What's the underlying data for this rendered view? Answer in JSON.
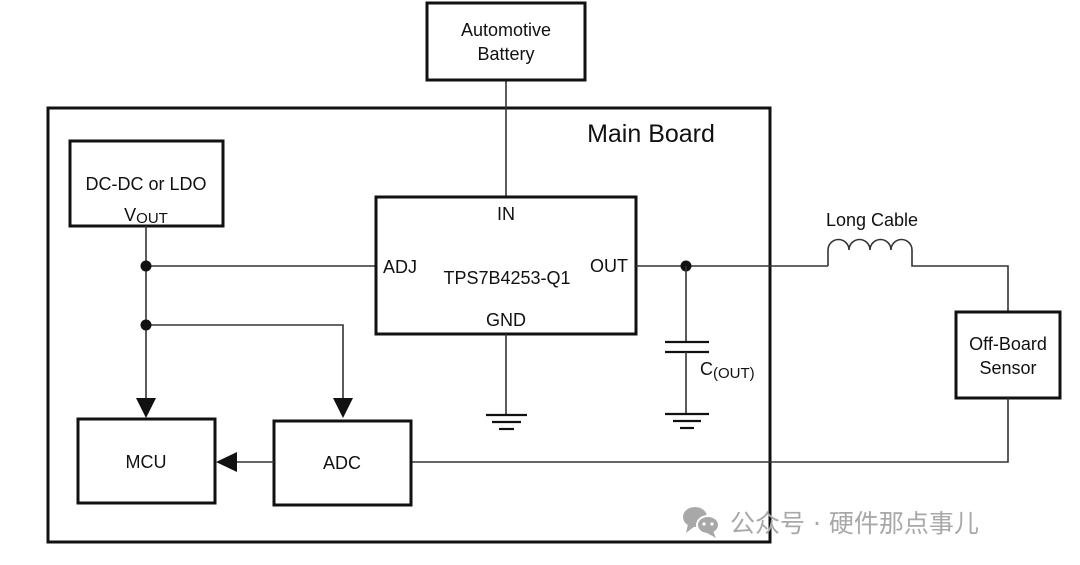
{
  "diagram": {
    "title": "Main Board",
    "blocks": {
      "battery": {
        "line1": "Automotive",
        "line2": "Battery"
      },
      "source": {
        "line1": "DC-DC or LDO",
        "vout_main": "V",
        "vout_sub": "OUT"
      },
      "regulator": {
        "part": "TPS7B4253-Q1",
        "pin_in": "IN",
        "pin_adj": "ADJ",
        "pin_out": "OUT",
        "pin_gnd": "GND"
      },
      "sensor": {
        "line1": "Off-Board",
        "line2": "Sensor"
      },
      "mcu": {
        "label": "MCU"
      },
      "adc": {
        "label": "ADC"
      }
    },
    "components": {
      "cable_label": "Long Cable",
      "cap_main": "C",
      "cap_sub": "(OUT)"
    },
    "connections": [
      {
        "from": "Automotive Battery",
        "to": "TPS7B4253-Q1 IN"
      },
      {
        "from": "DC-DC or LDO VOUT",
        "to": "TPS7B4253-Q1 ADJ"
      },
      {
        "from": "DC-DC or LDO VOUT",
        "to": "MCU"
      },
      {
        "from": "DC-DC or LDO VOUT",
        "to": "ADC"
      },
      {
        "from": "TPS7B4253-Q1 OUT",
        "to": "C(OUT)"
      },
      {
        "from": "TPS7B4253-Q1 OUT",
        "to": "Long Cable"
      },
      {
        "from": "Long Cable",
        "to": "Off-Board Sensor"
      },
      {
        "from": "Off-Board Sensor",
        "to": "ADC"
      },
      {
        "from": "ADC",
        "to": "MCU"
      },
      {
        "from": "TPS7B4253-Q1 GND",
        "to": "ground"
      },
      {
        "from": "C(OUT)",
        "to": "ground"
      }
    ]
  },
  "watermark": {
    "icon": "wechat-icon",
    "text": "公众号 · 硬件那点事儿"
  }
}
